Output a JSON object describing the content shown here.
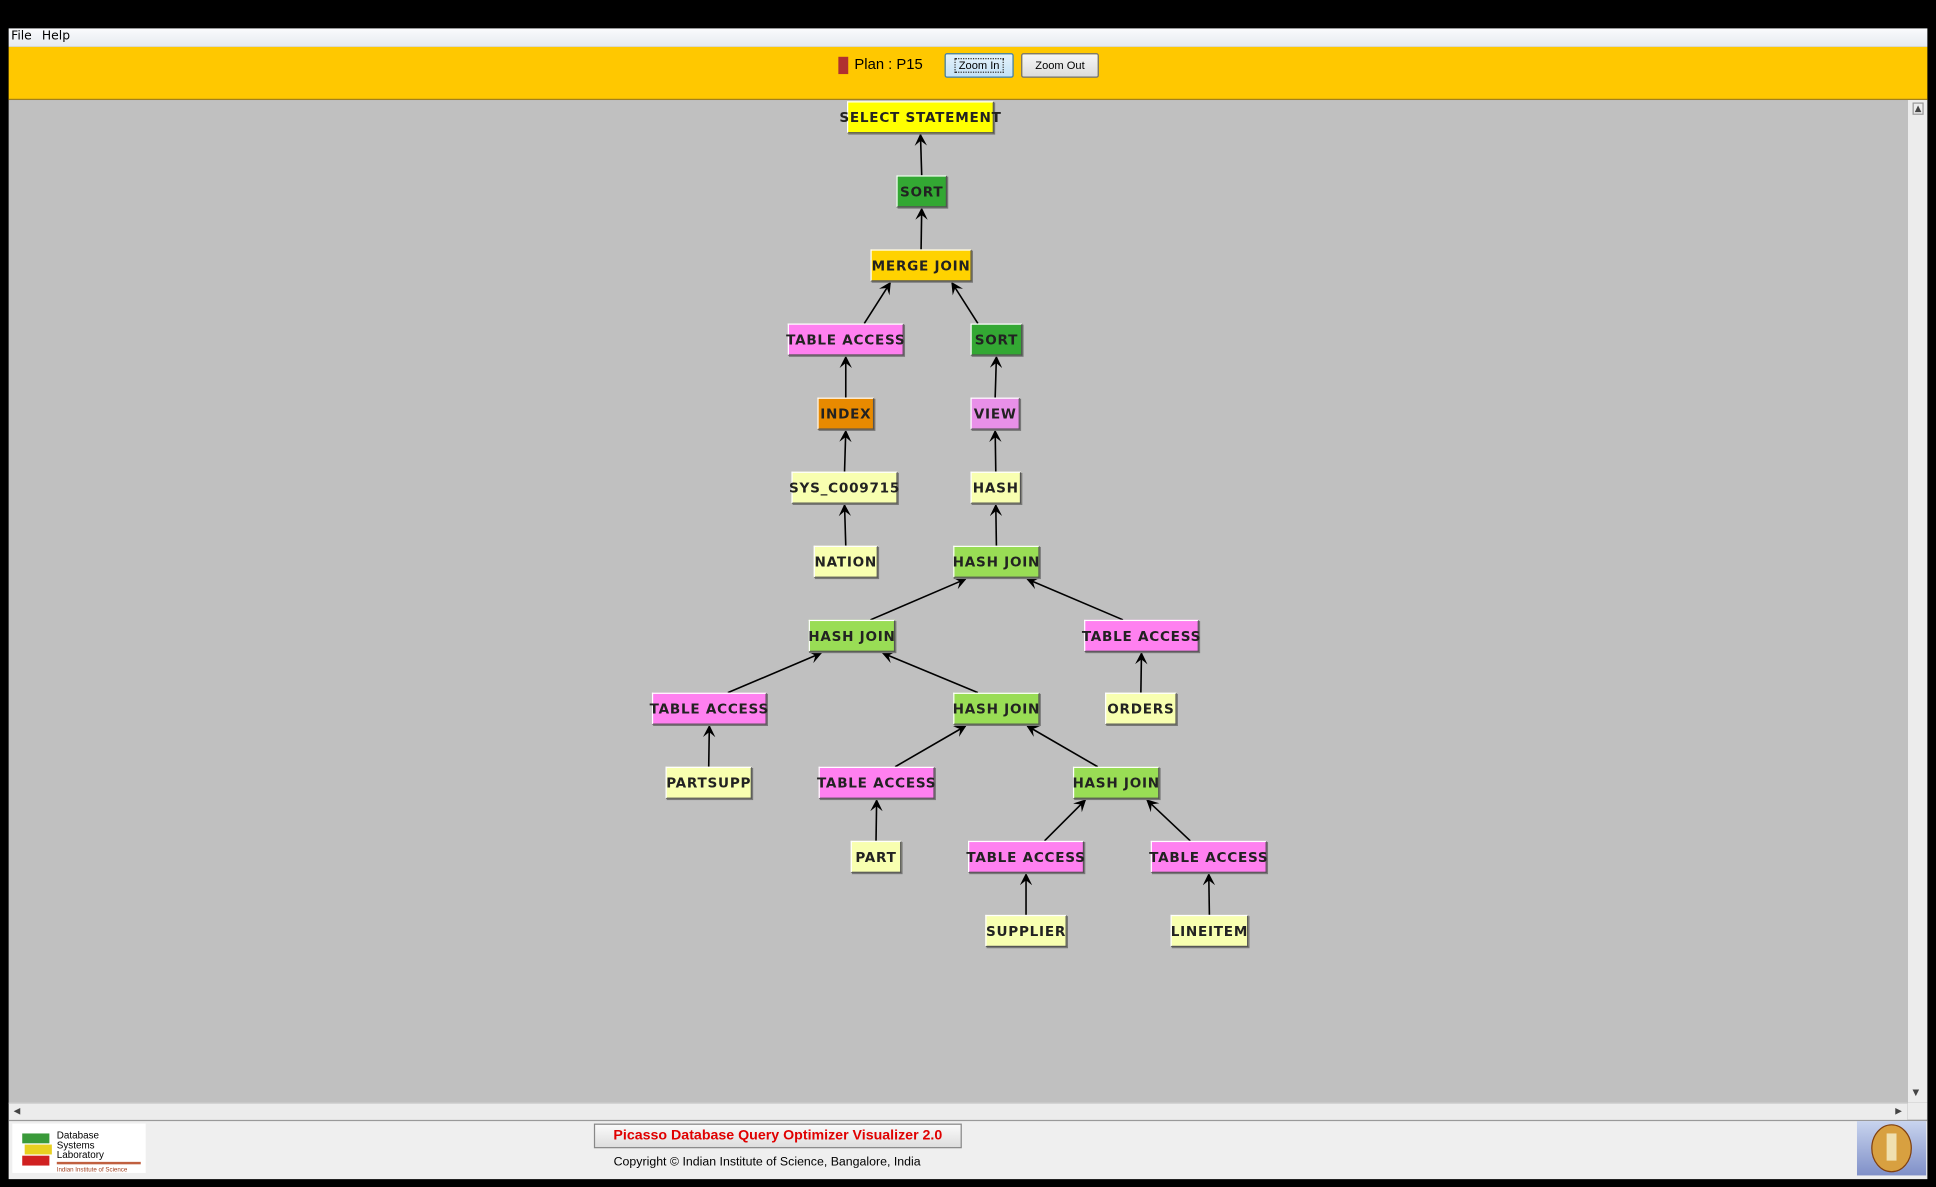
{
  "menu": {
    "items": [
      "File",
      "Help"
    ]
  },
  "toolbar": {
    "plan_label": "Plan : P15",
    "plan_color": "#b03030",
    "zoom_in": "Zoom In",
    "zoom_out": "Zoom Out"
  },
  "colors": {
    "select": "#ffff00",
    "sort": "#33a833",
    "merge": "#ffd200",
    "table": "#ff80f0",
    "index": "#e88a00",
    "view": "#e890e8",
    "leaf": "#f8ffb0",
    "hashjoin": "#99dd55"
  },
  "plan_tree": [
    {
      "label": "SELECT STATEMENT",
      "kind": "select",
      "parent": null
    },
    {
      "label": "SORT",
      "kind": "sort",
      "parent": 0
    },
    {
      "label": "MERGE JOIN",
      "kind": "merge",
      "parent": 1
    },
    {
      "label": "TABLE ACCESS",
      "kind": "table",
      "parent": 2
    },
    {
      "label": "SORT",
      "kind": "sort",
      "parent": 2
    },
    {
      "label": "INDEX",
      "kind": "index",
      "parent": 3
    },
    {
      "label": "VIEW",
      "kind": "view",
      "parent": 4
    },
    {
      "label": "SYS_C009715",
      "kind": "leaf",
      "parent": 5
    },
    {
      "label": "HASH",
      "kind": "leaf",
      "parent": 6
    },
    {
      "label": "NATION",
      "kind": "leaf",
      "parent": 7
    },
    {
      "label": "HASH JOIN",
      "kind": "hashjoin",
      "parent": 8
    },
    {
      "label": "HASH JOIN",
      "kind": "hashjoin",
      "parent": 10
    },
    {
      "label": "TABLE ACCESS",
      "kind": "table",
      "parent": 10
    },
    {
      "label": "TABLE ACCESS",
      "kind": "table",
      "parent": 11
    },
    {
      "label": "HASH JOIN",
      "kind": "hashjoin",
      "parent": 11
    },
    {
      "label": "ORDERS",
      "kind": "leaf",
      "parent": 12
    },
    {
      "label": "PARTSUPP",
      "kind": "leaf",
      "parent": 13
    },
    {
      "label": "TABLE ACCESS",
      "kind": "table",
      "parent": 14
    },
    {
      "label": "HASH JOIN",
      "kind": "hashjoin",
      "parent": 14
    },
    {
      "label": "PART",
      "kind": "leaf",
      "parent": 17
    },
    {
      "label": "TABLE ACCESS",
      "kind": "table",
      "parent": 18
    },
    {
      "label": "TABLE ACCESS",
      "kind": "table",
      "parent": 18
    },
    {
      "label": "SUPPLIER",
      "kind": "leaf",
      "parent": 20
    },
    {
      "label": "LINEITEM",
      "kind": "leaf",
      "parent": 21
    }
  ],
  "footer": {
    "title": "Picasso Database Query Optimizer Visualizer 2.0",
    "copyright": "Copyright © Indian Institute of Science, Bangalore, India",
    "logo_text": "Database Systems Laboratory Indian Institute of Science"
  }
}
